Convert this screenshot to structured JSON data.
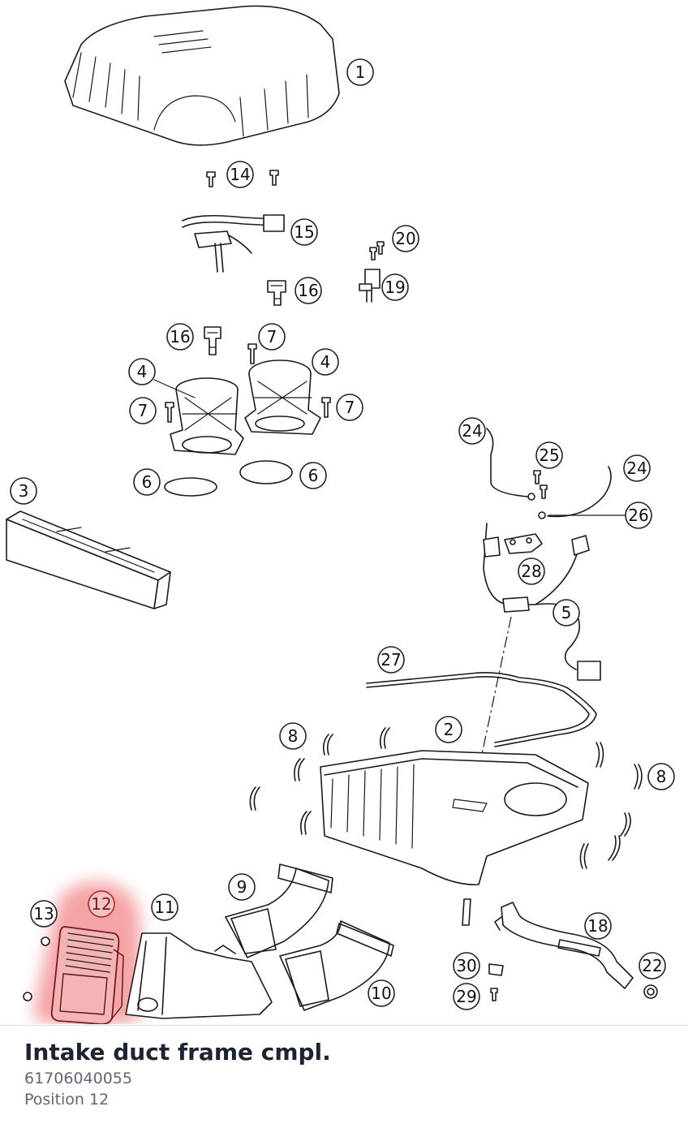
{
  "part": {
    "name": "Intake duct frame cmpl.",
    "number": "61706040055",
    "position": "Position 12"
  },
  "highlight": {
    "position": "12",
    "color": "#e8353a"
  },
  "callouts": [
    "1",
    "14",
    "15",
    "20",
    "19",
    "16",
    "16",
    "7",
    "4",
    "4",
    "7",
    "7",
    "6",
    "6",
    "3",
    "24",
    "25",
    "24",
    "26",
    "28",
    "5",
    "27",
    "2",
    "8",
    "8",
    "9",
    "12",
    "13",
    "11",
    "18",
    "30",
    "22",
    "29",
    "10"
  ]
}
